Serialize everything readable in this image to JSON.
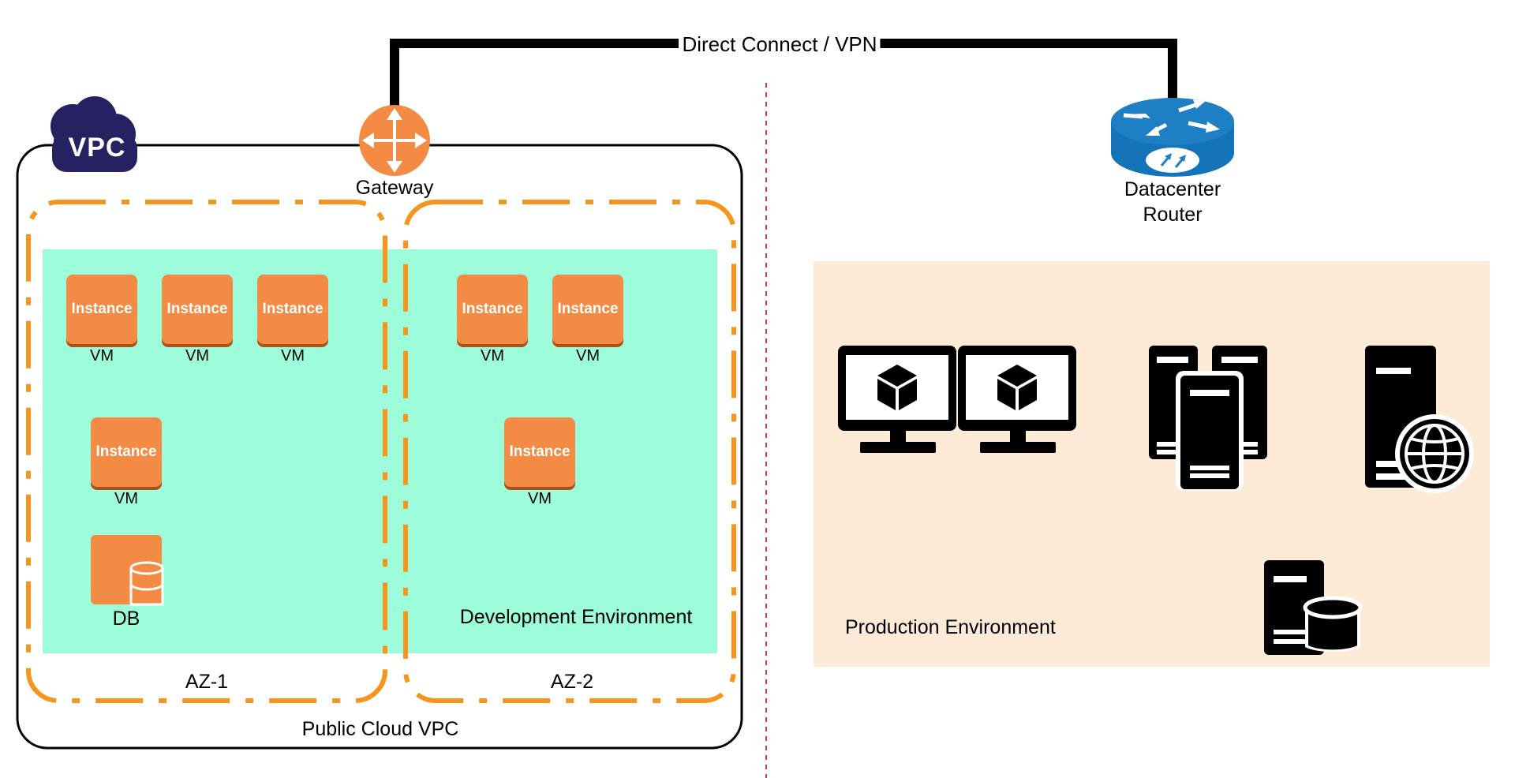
{
  "connection_label": "Direct Connect / VPN",
  "vpc_badge": "VPC",
  "gateway_label": "Gateway",
  "router_label": [
    "Datacenter",
    "Router"
  ],
  "public_cloud_label": "Public Cloud VPC",
  "az1_label": "AZ-1",
  "az2_label": "AZ-2",
  "dev_env_label": "Development Environment",
  "prod_env_label": "Production Environment",
  "instance_label": "Instance",
  "vm_label": "VM",
  "db_label": "DB",
  "colors": {
    "orange": "#f38b44",
    "az_border": "#f7941d",
    "dev_bg": "#9dfcd9",
    "prod_bg": "#fdebd8",
    "vpc_badge": "#262262",
    "router_blue": "#1e7fc4",
    "divider": "#c0394b"
  },
  "icons": [
    "vpc-cloud-icon",
    "gateway-arrows-icon",
    "router-icon",
    "dual-monitor-icon",
    "server-cluster-icon",
    "web-server-icon",
    "database-server-icon",
    "db-icon"
  ]
}
